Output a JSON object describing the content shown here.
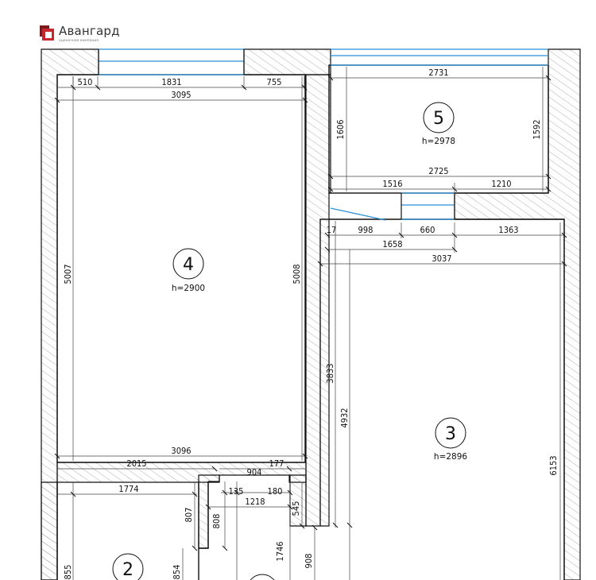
{
  "brand": {
    "name": "Авангард",
    "tagline": "оценочная компания",
    "colors": {
      "accent": "#c8282d",
      "accent_dark": "#7a1a1d",
      "gray": "#9a9a9a"
    }
  },
  "plan": {
    "rooms": [
      {
        "number": "4",
        "height": "h=2900"
      },
      {
        "number": "5",
        "height": "h=2978"
      },
      {
        "number": "3",
        "height": "h=2896"
      },
      {
        "number": "2",
        "height": ""
      }
    ],
    "dims": {
      "d510": "510",
      "d1831": "1831",
      "d755": "755",
      "d3095": "3095",
      "d5007": "5007",
      "d5008": "5008",
      "d3096": "3096",
      "d2015": "2015",
      "d904": "904",
      "d177": "177",
      "d2731": "2731",
      "d1606": "1606",
      "d1592": "1592",
      "d2725": "2725",
      "d1516": "1516",
      "d1210": "1210",
      "d17": "17",
      "d998": "998",
      "d660": "660",
      "d1363": "1363",
      "d1658": "1658",
      "d3037": "3037",
      "d3833": "3833",
      "d4932": "4932",
      "d6153": "6153",
      "d1774": "1774",
      "d135": "135",
      "d180": "180",
      "d1218": "1218",
      "d807": "807",
      "d808": "808",
      "d545": "545",
      "d1746": "1746",
      "d908": "908",
      "d855": "855",
      "d854": "854"
    },
    "colors": {
      "window": "#2a8fd6",
      "wall": "#111111",
      "hatch": "#9a9a9a"
    }
  }
}
